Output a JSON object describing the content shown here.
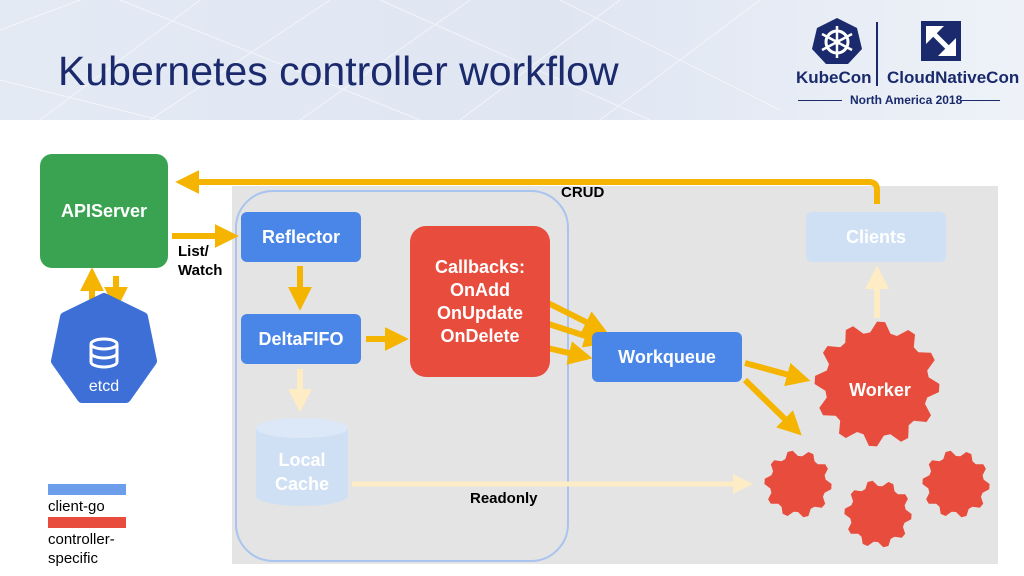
{
  "slide": {
    "title": "Kubernetes controller workflow"
  },
  "branding": {
    "kubecon": "KubeCon",
    "cloudnativecon": "CloudNativeCon",
    "event": "North America 2018"
  },
  "nodes": {
    "apiserver": "APIServer",
    "etcd": "etcd",
    "reflector": "Reflector",
    "deltafifo": "DeltaFIFO",
    "local_cache": [
      "Local",
      "Cache"
    ],
    "callbacks": [
      "Callbacks:",
      "OnAdd",
      "OnUpdate",
      "OnDelete"
    ],
    "workqueue": "Workqueue",
    "clients": "Clients",
    "worker": "Worker"
  },
  "edge_labels": {
    "list_watch": [
      "List/",
      "Watch"
    ],
    "crud": "CRUD",
    "readonly": "Readonly"
  },
  "legend": [
    {
      "label": "client-go",
      "color": "#6d9eeb"
    },
    {
      "label": "controller-specific",
      "lines": [
        "controller-",
        "specific"
      ],
      "color": "#e74c3c"
    }
  ],
  "colors": {
    "arrow": "#f4b400",
    "arrow_faded": "#fdecc4",
    "client_go_blue": "#4a86e8",
    "controller_red": "#e74c3c",
    "apiserver_green": "#3aa352",
    "etcd_blue": "#3d6fd6",
    "title_navy": "#1a2a6c"
  },
  "icons": [
    "kubernetes-helm-icon",
    "cncf-icon",
    "database-icon",
    "gear-icon"
  ]
}
